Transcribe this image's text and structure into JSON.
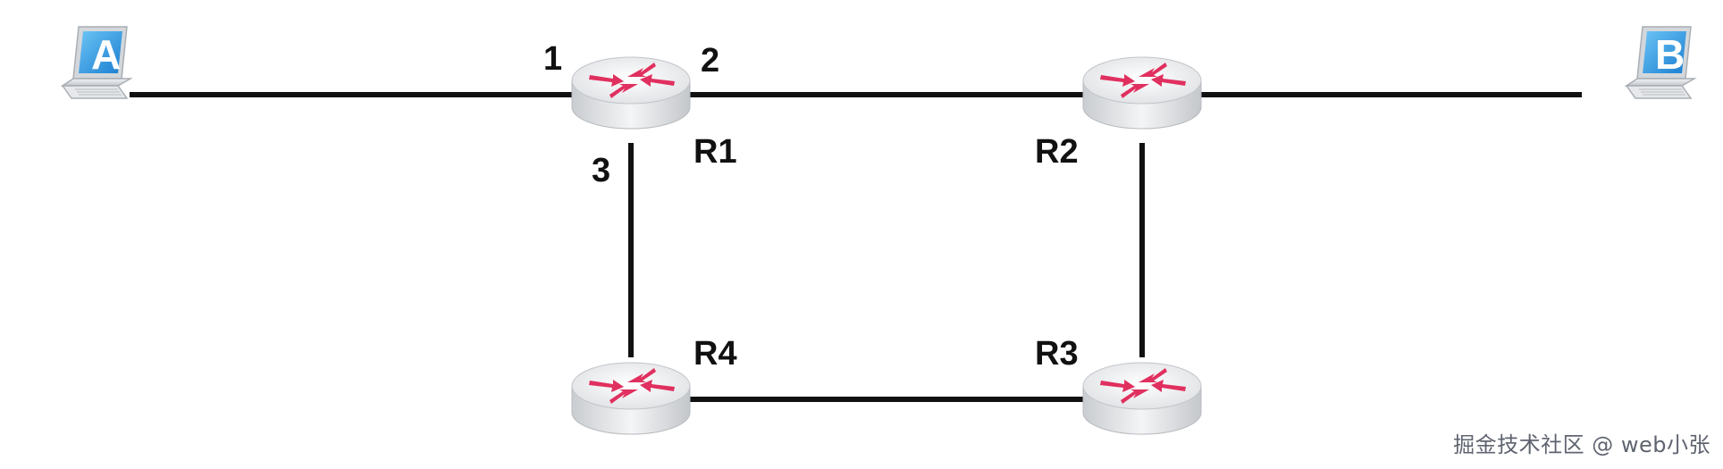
{
  "hosts": [
    {
      "id": "host-a",
      "letter": "A"
    },
    {
      "id": "host-b",
      "letter": "B"
    }
  ],
  "routers": [
    {
      "id": "r1",
      "label": "R1"
    },
    {
      "id": "r2",
      "label": "R2"
    },
    {
      "id": "r3",
      "label": "R3"
    },
    {
      "id": "r4",
      "label": "R4"
    }
  ],
  "ports": [
    {
      "router": "R1",
      "label": "1"
    },
    {
      "router": "R1",
      "label": "2"
    },
    {
      "router": "R1",
      "label": "3"
    }
  ],
  "links": [
    {
      "from": "A",
      "to": "R1"
    },
    {
      "from": "R1",
      "to": "R2"
    },
    {
      "from": "R2",
      "to": "B"
    },
    {
      "from": "R1",
      "to": "R4"
    },
    {
      "from": "R4",
      "to": "R3"
    },
    {
      "from": "R2",
      "to": "R3"
    }
  ],
  "colors": {
    "link": "#111111",
    "router_body": "#eceef0",
    "router_arrow": "#e0305f",
    "host_screen": "#2e9ee6",
    "laptop_body": "#d9dde1"
  },
  "watermark": "掘金技术社区 @ web小张"
}
